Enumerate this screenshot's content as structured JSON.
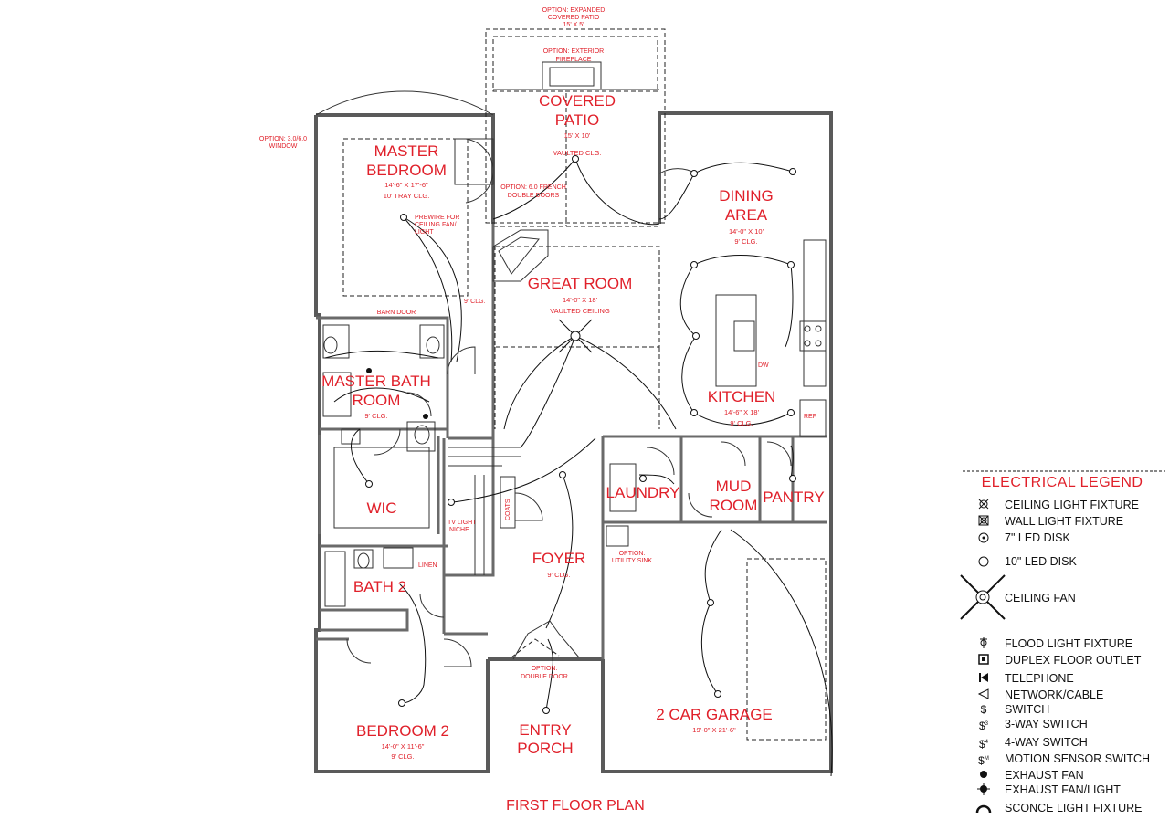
{
  "plan_title": "FIRST FLOOR PLAN",
  "rooms": {
    "covered_patio": {
      "name1": "COVERED",
      "name2": "PATIO",
      "dim": "15' X 10'",
      "ceiling": "VAULTED CLG."
    },
    "master_bedroom": {
      "name1": "MASTER",
      "name2": "BEDROOM",
      "dim": "14'-6\" X 17'-6\"",
      "ceiling": "10' TRAY CLG."
    },
    "dining_area": {
      "name1": "DINING",
      "name2": "AREA",
      "dim": "14'-0\" X 10'",
      "ceiling": "9' CLG."
    },
    "great_room": {
      "name": "GREAT ROOM",
      "dim": "14'-0\" X 18'",
      "ceiling": "VAULTED CEILING"
    },
    "master_bath": {
      "name1": "MASTER BATH",
      "name2": "ROOM",
      "ceiling": "9' CLG."
    },
    "kitchen": {
      "name": "KITCHEN",
      "dim": "14'-6\" X 18'",
      "ceiling": "9' CLG."
    },
    "wic": {
      "name": "WIC"
    },
    "laundry": {
      "name": "LAUNDRY"
    },
    "mud_room": {
      "name1": "MUD",
      "name2": "ROOM"
    },
    "pantry": {
      "name": "PANTRY"
    },
    "foyer": {
      "name": "FOYER",
      "ceiling": "9' CLG."
    },
    "bath2": {
      "name": "BATH 2"
    },
    "garage": {
      "name": "2 CAR GARAGE",
      "dim": "19'-0\" X 21'-6\""
    },
    "bedroom2": {
      "name": "BEDROOM 2",
      "dim": "14'-0\" X 11'-6\"",
      "ceiling": "9' CLG."
    },
    "entry_porch": {
      "name1": "ENTRY",
      "name2": "PORCH"
    }
  },
  "notes": {
    "expanded_patio1": "OPTION: EXPANDED",
    "expanded_patio2": "COVERED PATIO",
    "expanded_patio3": "15' X 5'",
    "fireplace1": "OPTION: EXTERIOR",
    "fireplace2": "FIREPLACE",
    "window1": "OPTION: 3.0/6.0",
    "window2": "WINDOW",
    "french1": "OPTION: 6.0 FRENCH",
    "french2": "DOUBLE DOORS",
    "prewire1": "PREWIRE FOR",
    "prewire2": "CEILING FAN/",
    "prewire3": "LIGHT",
    "nine_clg": "9' CLG.",
    "barn_door": "BARN DOOR",
    "dw": "DW",
    "ref": "REF",
    "coats": "COATS",
    "tv_niche1": "TV LIGHT",
    "tv_niche2": "NICHE",
    "linen": "LINEN",
    "utility1": "OPTION:",
    "utility2": "UTILITY SINK",
    "double_door1": "OPTION:",
    "double_door2": "DOUBLE DOOR"
  },
  "legend": {
    "title": "ELECTRICAL LEGEND",
    "items": [
      {
        "icon": "ceiling-light-icon",
        "label": "CEILING LIGHT FIXTURE"
      },
      {
        "icon": "wall-light-icon",
        "label": "WALL LIGHT FIXTURE"
      },
      {
        "icon": "led-disk-7-icon",
        "label": "7\" LED DISK"
      },
      {
        "icon": "led-disk-10-icon",
        "label": "10\" LED DISK"
      },
      {
        "icon": "ceiling-fan-icon",
        "label": "CEILING FAN"
      },
      {
        "icon": "flood-light-icon",
        "label": "FLOOD LIGHT FIXTURE"
      },
      {
        "icon": "duplex-outlet-icon",
        "label": "DUPLEX FLOOR OUTLET"
      },
      {
        "icon": "telephone-icon",
        "label": "TELEPHONE"
      },
      {
        "icon": "network-icon",
        "label": "NETWORK/CABLE"
      },
      {
        "icon": "switch-icon",
        "label": "SWITCH"
      },
      {
        "icon": "switch-3way-icon",
        "label": "3-WAY SWITCH"
      },
      {
        "icon": "switch-4way-icon",
        "label": "4-WAY SWITCH"
      },
      {
        "icon": "motion-switch-icon",
        "label": "MOTION SENSOR SWITCH"
      },
      {
        "icon": "exhaust-fan-icon",
        "label": "EXHAUST FAN"
      },
      {
        "icon": "exhaust-fan-light-icon",
        "label": "EXHAUST FAN/LIGHT"
      },
      {
        "icon": "sconce-icon",
        "label": "SCONCE LIGHT FIXTURE"
      }
    ]
  },
  "colors": {
    "label_red": "#e0202a",
    "wall_gray": "#5a5a5a",
    "ink": "#111111"
  }
}
